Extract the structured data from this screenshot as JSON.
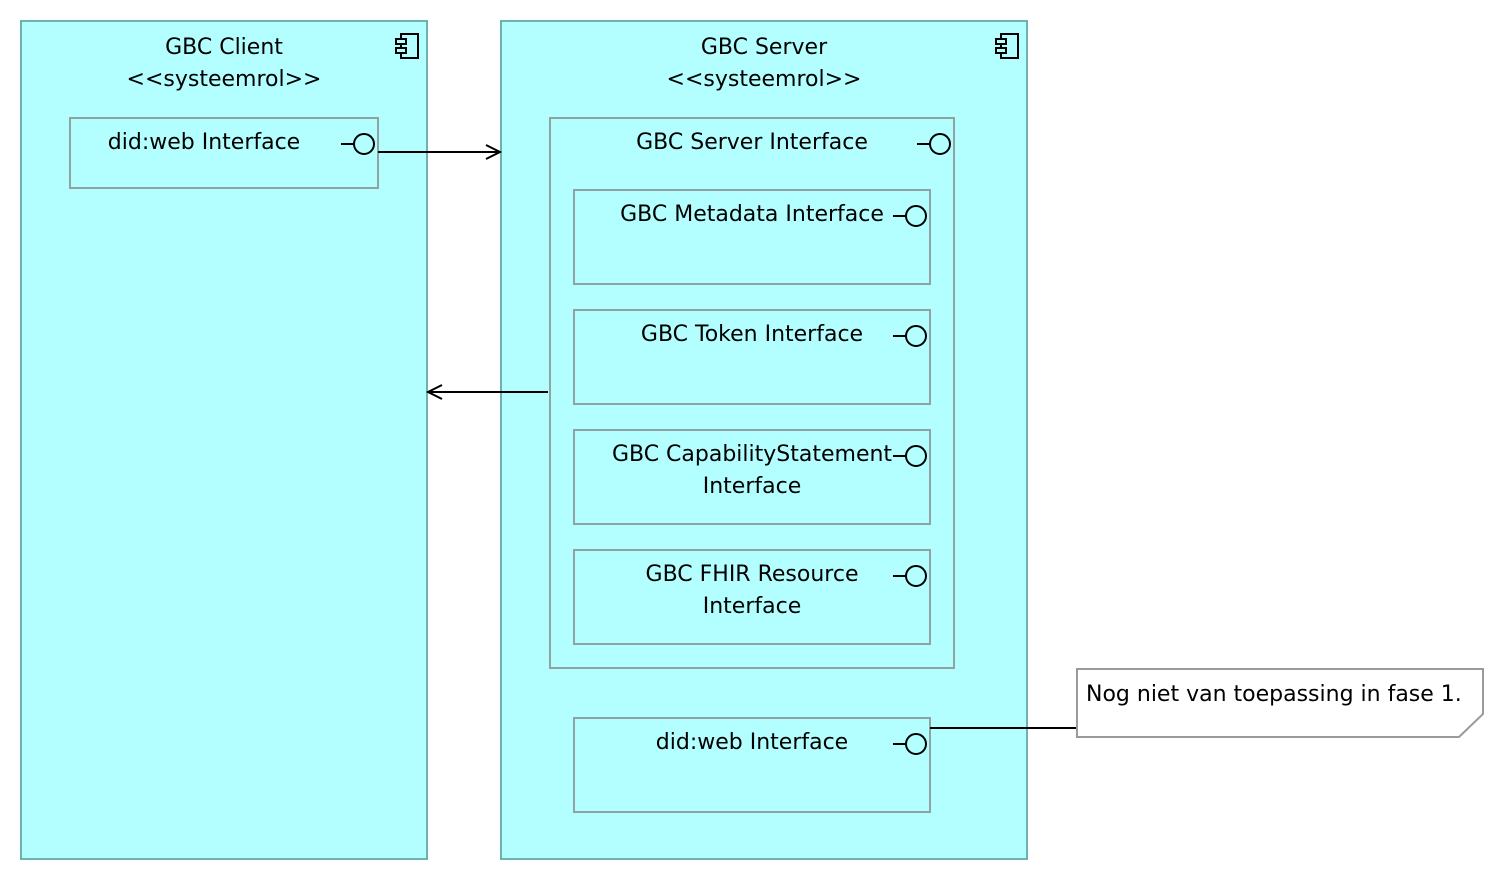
{
  "client": {
    "name": "GBC Client",
    "stereotype": "<<systeemrol>>",
    "interface": "did:web Interface"
  },
  "server": {
    "name": "GBC Server",
    "stereotype": "<<systeemrol>>",
    "server_interface": "GBC Server Interface",
    "sub_interfaces": [
      {
        "line1": "GBC Metadata Interface",
        "line2": ""
      },
      {
        "line1": "GBC Token Interface",
        "line2": ""
      },
      {
        "line1": "GBC CapabilityStatement",
        "line2": "Interface"
      },
      {
        "line1": "GBC FHIR Resource",
        "line2": "Interface"
      }
    ],
    "did_interface": "did:web Interface"
  },
  "note": {
    "text": "Nog niet van toepassing in fase 1."
  },
  "colors": {
    "fill": "#b3ffff",
    "border": "#6fb0b0",
    "line": "#000000"
  },
  "icons": {
    "component": "component-icon",
    "interface": "interface-lollipop-icon"
  }
}
